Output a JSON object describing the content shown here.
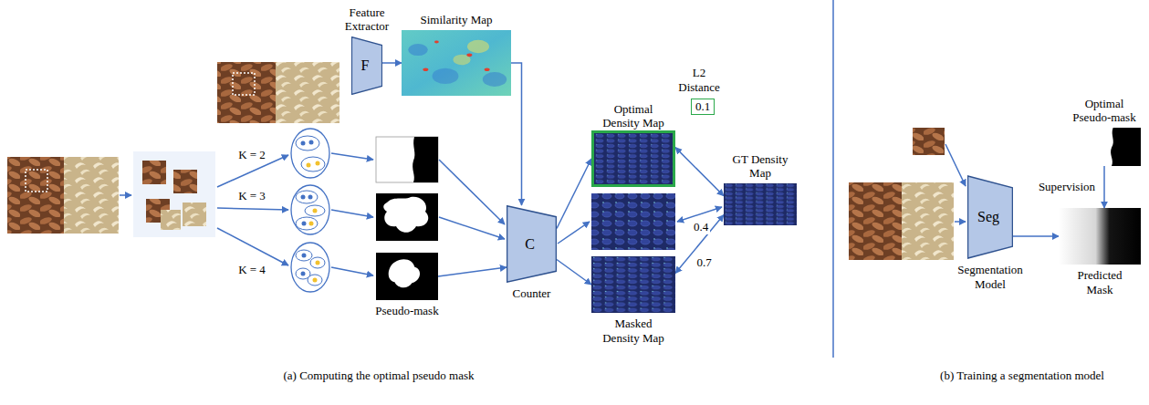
{
  "diagram": {
    "nodes": [
      {
        "text": [
          "Feature Extractor",
          "F"
        ]
      },
      {
        "text": [
          "Similarity Map"
        ]
      },
      {
        "text": [
          "Pseudo-mask"
        ]
      },
      {
        "text": [
          "C",
          "Counter"
        ]
      },
      {
        "text": [
          "Optimal Density Map"
        ]
      },
      {
        "text": [
          "Masked Density Map"
        ]
      },
      {
        "text": [
          "GT Density Map"
        ]
      },
      {
        "text": [
          "0.1"
        ]
      },
      {
        "text": [
          "Optimal Pseudo-mask"
        ]
      },
      {
        "text": [
          "Seg",
          "Segmentation Model"
        ]
      },
      {
        "text": [
          "Predicted Mask"
        ]
      }
    ],
    "edges": [
      {
        "from": 0,
        "to": 1,
        "arrow": "to"
      },
      {
        "from": 1,
        "to": 3,
        "arrow": "to"
      },
      {
        "from": 2,
        "to": 3,
        "arrow": "to"
      },
      {
        "from": 3,
        "to": 4,
        "arrow": "to"
      },
      {
        "from": 3,
        "to": 5,
        "arrow": "to"
      },
      {
        "from": 4,
        "to": 6,
        "arrow": "both"
      },
      {
        "from": 5,
        "to": 6,
        "label": "0.7",
        "arrow": "both"
      },
      {
        "from": 8,
        "to": 10,
        "label": "Supervision",
        "arrow": "to"
      },
      {
        "from": 9,
        "to": 10,
        "arrow": "to"
      }
    ],
    "labels": [
      "L2 Distance",
      "K = 2",
      "K = 3",
      "K = 4",
      "0.4",
      "(a) Computing the optimal pseudo mask",
      "(b) Training a segmentation model"
    ]
  }
}
